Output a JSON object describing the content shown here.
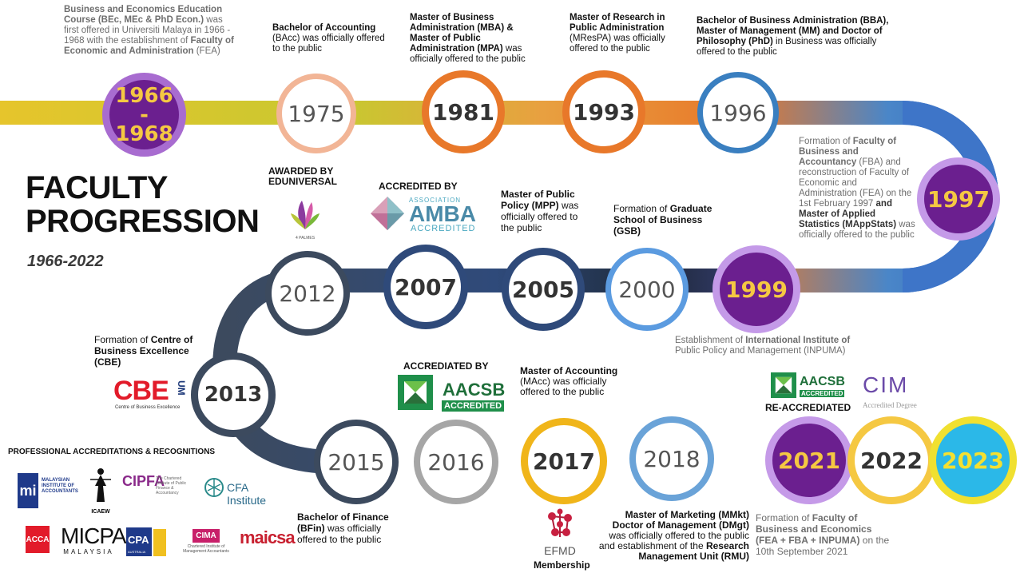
{
  "title": {
    "line1": "FACULTY",
    "line2": "PROGRESSION",
    "years": "1966-2022"
  },
  "nodes": [
    {
      "id": "n1966",
      "line1": "1966",
      "line2": "-",
      "line3": "1968",
      "color": "#7a2aa0",
      "fill": "#7a2aa0",
      "textColor": "#f5c842"
    },
    {
      "id": "n1975",
      "label": "1975",
      "color": "#f0b090",
      "textColor": "#555"
    },
    {
      "id": "n1981",
      "label": "1981",
      "color": "#e8782a",
      "textColor": "#333"
    },
    {
      "id": "n1993",
      "label": "1993",
      "color": "#e8782a",
      "textColor": "#333"
    },
    {
      "id": "n1996",
      "label": "1996",
      "color": "#3a7fc0",
      "textColor": "#555"
    },
    {
      "id": "n1997",
      "label": "1997",
      "color": "#b98ce0",
      "fill": "#6b1f8f",
      "textColor": "#f5c842"
    },
    {
      "id": "n1999",
      "label": "1999",
      "color": "#b98ce0",
      "fill": "#6b1f8f",
      "textColor": "#f5c842"
    },
    {
      "id": "n2000",
      "label": "2000",
      "color": "#5b9be0",
      "textColor": "#555"
    },
    {
      "id": "n2005",
      "label": "2005",
      "color": "#2f4a7a",
      "textColor": "#333"
    },
    {
      "id": "n2007",
      "label": "2007",
      "color": "#2f4a7a",
      "textColor": "#333"
    },
    {
      "id": "n2012",
      "label": "2012",
      "color": "#3c4a5e",
      "textColor": "#555"
    },
    {
      "id": "n2013",
      "label": "2013",
      "color": "#3c4a5e",
      "textColor": "#333"
    },
    {
      "id": "n2015",
      "label": "2015",
      "color": "#3c4a5e",
      "textColor": "#555"
    },
    {
      "id": "n2016",
      "label": "2016",
      "color": "#a0a0a0",
      "textColor": "#555"
    },
    {
      "id": "n2017",
      "label": "2017",
      "color": "#f0b51a",
      "textColor": "#333"
    },
    {
      "id": "n2018",
      "label": "2018",
      "color": "#6aa3d8",
      "textColor": "#555"
    },
    {
      "id": "n2021",
      "label": "2021",
      "color": "#c59ae8",
      "fill": "#6b1f8f",
      "textColor": "#f5c842"
    },
    {
      "id": "n2022",
      "label": "2022",
      "color": "#f5c842",
      "textColor": "#333"
    },
    {
      "id": "n2023",
      "label": "2023",
      "color": "#f0e030",
      "fill": "#2bb8e8",
      "textColor": "#f5e030"
    }
  ],
  "events": {
    "e1966": {
      "b1": "Business and Economics Education Course (BEc, MEc & PhD Econ.)",
      "t1": " was first offered in Universiti Malaya in 1966 - 1968 with the establishment of ",
      "b2": "Faculty of Economic and Administration",
      "t2": " (FEA)"
    },
    "e1975": {
      "b1": "Bachelor of Accounting",
      "t1": " (BAcc) was officially offered to the public"
    },
    "e1981": {
      "b1": "Master of Business Administration (MBA) & Master of Public Administration (MPA)",
      "t1": " was officially offered to the public"
    },
    "e1993": {
      "b1": "Master of Research in Public Administration",
      "t1": " (MResPA) was officially offered to the public"
    },
    "e1996": {
      "b1": "Bachelor of Business Administration (BBA), Master of Management (MM) and Doctor of Philosophy (PhD)",
      "t1": " in Business was officially offered to the public"
    },
    "e1997": {
      "t0": "Formation of ",
      "b1": "Faculty of Business and Accountancy",
      "t1": " (FBA) and reconstruction of Faculty of Economic and Administration (FEA) on the 1st February 1997 ",
      "t1b": "and",
      "b2": " Master of Applied Statistics (MAppStats)",
      "t2": " was officially offered to the public"
    },
    "e1999": {
      "t0": "Establishment of ",
      "b1": "International Institute of",
      "t1": " Public Policy and Management (INPUMA)"
    },
    "e2000": {
      "t0": "Formation of ",
      "b1": "Graduate School of Business (GSB)"
    },
    "e2005": {
      "b1": "Master of Public Policy (MPP)",
      "t1": " was officially offered to the public"
    },
    "e2007": {
      "label": "ACCREDITED BY"
    },
    "e2012": {
      "label": "AWARDED BY EDUNIVERSAL"
    },
    "e2013": {
      "t0": "Formation of ",
      "b1": "Centre of Business Excellence (CBE)"
    },
    "e2015": {
      "b1": "Bachelor of Finance (BFin)",
      "t1": " was officially offered to the public"
    },
    "e2016": {
      "label": "ACCREDIATED BY"
    },
    "e2017a": {
      "b1": "Master of Accounting",
      "t1": " (MAcc) was officially offered to the public"
    },
    "e2017b": {
      "label": "Membership"
    },
    "e2018": {
      "b1": "Master of Marketing (MMkt) Doctor of Management (DMgt)",
      "t1": " was officially offered to the public and establishment of the ",
      "b2": "Research Management Unit (RMU)"
    },
    "e2021": {
      "label": "RE-ACCREDIATED"
    },
    "e2022": {
      "t0": "Formation of ",
      "b1": "Faculty of Business and Economics (FEA + FBA + INPUMA)",
      "t1": " on the 10th September 2021"
    }
  },
  "logos": {
    "amba_top": "ASSOCIATION",
    "amba_main": "AMBA",
    "amba_bottom": "ACCREDITED",
    "aacsb_main": "AACSB",
    "aacsb_sub": "ACCREDITED",
    "aacsb_small_main": "AACSB",
    "aacsb_small_sub": "ACCREDITED",
    "cim_main": "CIM",
    "cim_sub": "Accredited Degree",
    "cbe_main": "CBE",
    "cbe_um": "UM",
    "cbe_sub": "Centre of Business Excellence",
    "palmes": "4 PALMES",
    "efmd": "EFMD"
  },
  "accreditations": {
    "heading": "PROFESSIONAL ACCREDITATIONS & RECOGNITIONS",
    "mia": "MALAYSIAN INSTITUTE OF ACCOUNTANTS",
    "icaew": "ICAEW",
    "cipfa": "CIPFA",
    "cipfa_sub": "The Chartered Institute of Public Finance & Accountancy",
    "cfa": "CFA Institute",
    "acca": "ACCA",
    "micpa": "MICPA",
    "micpa_sub": "MALAYSIA",
    "cpa": "CPA",
    "cpa_sub": "AUSTRALIA",
    "cima": "CIMA",
    "cima_sub": "Chartered Institute of Management Accountants",
    "maicsa": "maicsa"
  }
}
